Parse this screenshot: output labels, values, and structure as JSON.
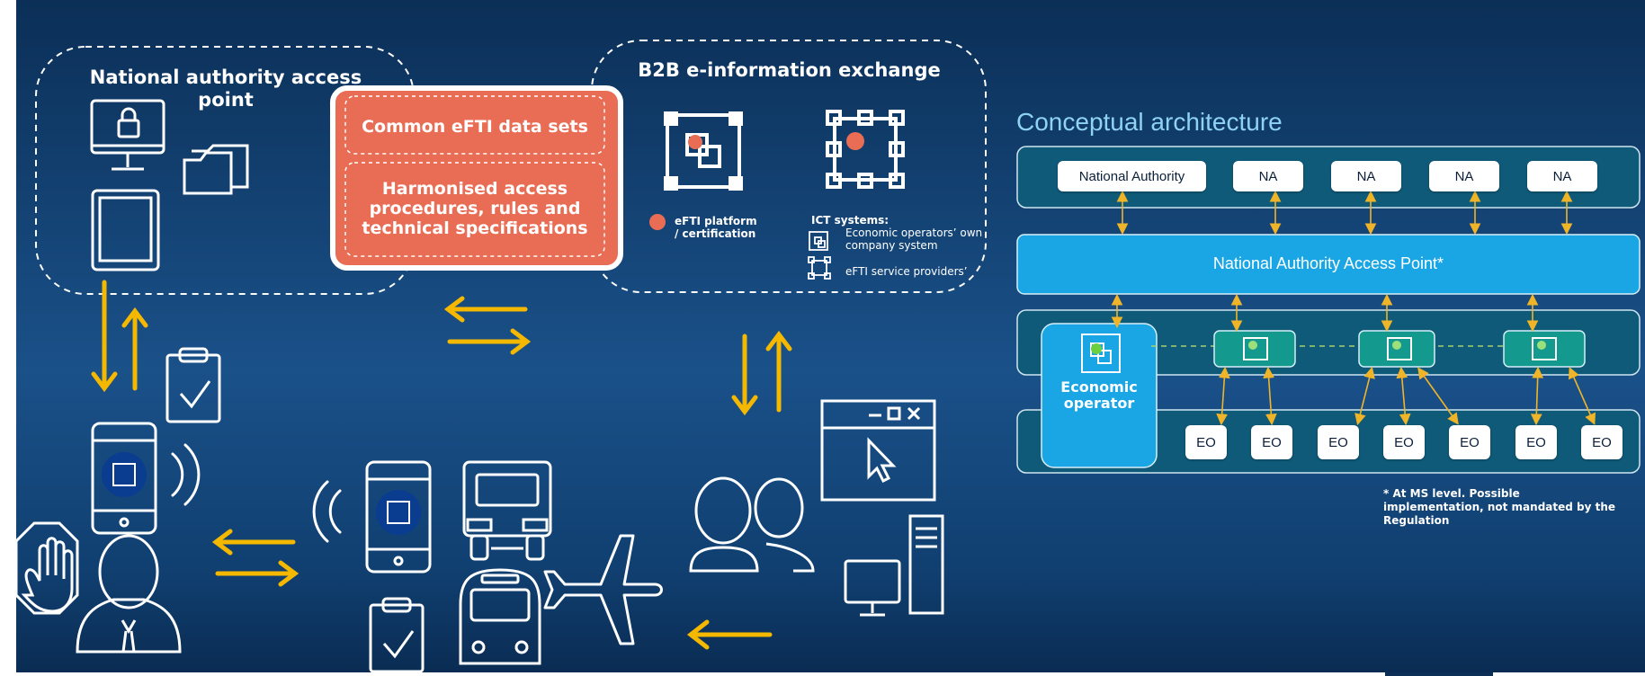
{
  "left": {
    "nap_title": "National authority access point",
    "data_sets": "Common eFTI data sets",
    "procedures": "Harmonised access procedures, rules and technical specifications",
    "b2b_title": "B2B e-information exchange",
    "platform_legend": "eFTI platform / certification",
    "ict_title": "ICT systems:",
    "ict_own": "Economic operators’ own company system",
    "ict_providers": "eFTI service providers’"
  },
  "right": {
    "title": "Conceptual architecture",
    "national_authority": "National Authority",
    "na_labels": [
      "NA",
      "NA",
      "NA",
      "NA"
    ],
    "access_point": "National Authority Access Point*",
    "economic_operator": "Economic operator",
    "eo_labels": [
      "EO",
      "EO",
      "EO",
      "EO",
      "EO",
      "EO",
      "EO"
    ],
    "footnote": "* At MS level. Possible implementation, not mandated by the Regulation"
  },
  "colors": {
    "background_dark": "#0b2e55",
    "background_mid": "#1a4f86",
    "accent_orange": "#e96d55",
    "arrow_yellow": "#f5b800",
    "access_point_blue": "#1aa6e4",
    "platform_teal": "#13998d",
    "panel_teal": "#0f5a78"
  },
  "icons": [
    "lock-monitor-icon",
    "folder-icon",
    "tablet-icon",
    "platform-icon",
    "ict-system-icon",
    "smartphone-qr-icon",
    "clipboard-check-icon",
    "stop-hand-icon",
    "inspector-icon",
    "truck-icon",
    "bus-icon",
    "airplane-icon",
    "users-icon",
    "browser-window-icon",
    "desktop-computer-icon"
  ]
}
